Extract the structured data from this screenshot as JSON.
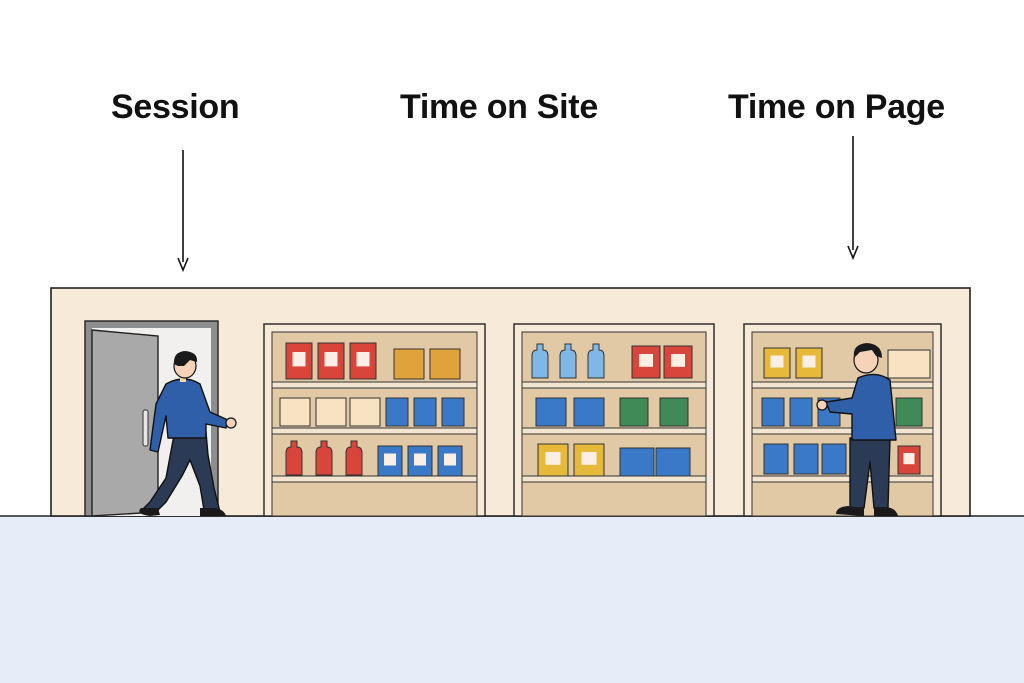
{
  "labels": {
    "session": "Session",
    "time_on_site": "Time on Site",
    "time_on_page": "Time on Page"
  },
  "colors": {
    "wall": "#f8ead8",
    "floor": "#e6edf8",
    "shelf_unit": "#e2c9a6",
    "shelf_board": "#f3e4cf",
    "door": "#a9a9a9",
    "door_frame": "#8e8e8e",
    "shirt": "#2f5fa8",
    "pants": "#2b3a55",
    "hair": "#1a1a1a",
    "skin": "#f6d2b8",
    "red": "#d9453a",
    "orange": "#e0a23a",
    "yellow": "#e6b93a",
    "cream": "#f7e2c2",
    "blue": "#3a78c8",
    "light_blue": "#7fb7e6",
    "green": "#3f8a57"
  },
  "icons": {
    "door": "door-icon",
    "person_walking": "person-walking-icon",
    "person_browsing": "person-browsing-icon",
    "arrow": "arrow-down-icon"
  }
}
